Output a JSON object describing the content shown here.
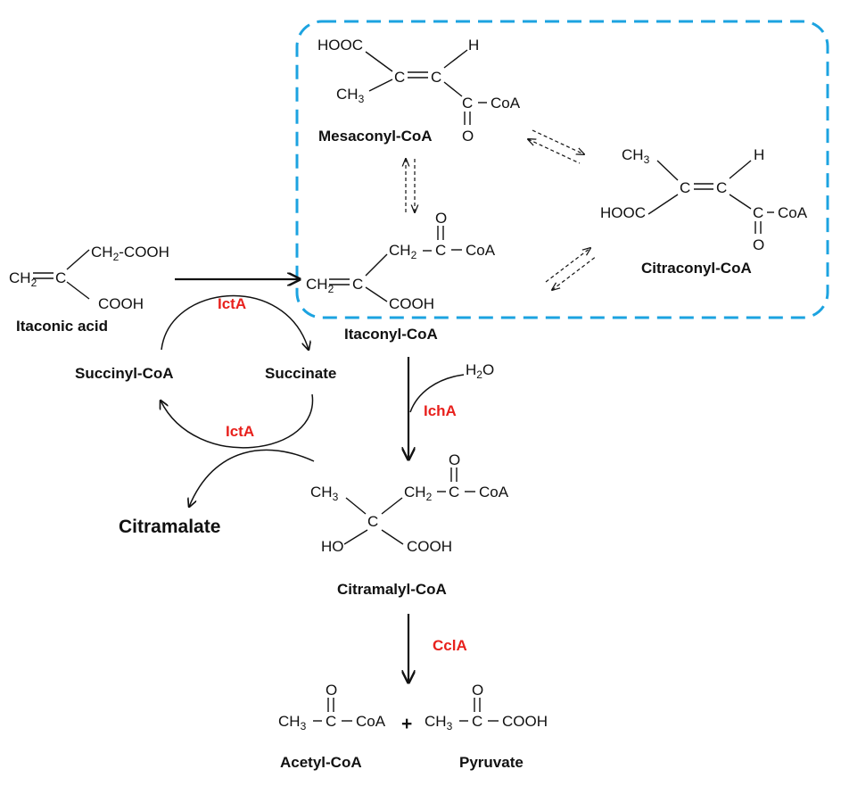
{
  "colors": {
    "enzyme": "#e8211d",
    "box": "#1ca3e0",
    "ink": "#111111"
  },
  "compounds": {
    "itaconic_acid": {
      "name": "Itaconic acid",
      "ch2_group": "CH2-COOH",
      "cooh": "COOH",
      "ch2_base": "CH2",
      "c": "C"
    },
    "itaconyl_coa": {
      "name": "Itaconyl-CoA",
      "ch2_base": "CH2",
      "c": "C",
      "ch2": "CH2",
      "c_carbonyl": "C",
      "o": "O",
      "coa": "CoA",
      "cooh": "COOH"
    },
    "mesaconyl_coa": {
      "name": "Mesaconyl-CoA",
      "hooc": "HOOC",
      "ch3": "CH3",
      "c1": "C",
      "c2": "C",
      "h": "H",
      "c_carbonyl": "C",
      "coa": "CoA",
      "o": "O"
    },
    "citraconyl_coa": {
      "name": "Citraconyl-CoA",
      "ch3": "CH3",
      "hooc": "HOOC",
      "c1": "C",
      "c2": "C",
      "h": "H",
      "c_carbonyl": "C",
      "coa": "CoA",
      "o": "O"
    },
    "succinyl_coa": {
      "name": "Succinyl-CoA"
    },
    "succinate": {
      "name": "Succinate"
    },
    "citramalate": {
      "name": "Citramalate"
    },
    "water": {
      "formula": "H2O"
    },
    "citramalyl_coa": {
      "name": "Citramalyl-CoA",
      "ch3": "CH3",
      "c": "C",
      "ch2": "CH2",
      "c_carbonyl": "C",
      "o": "O",
      "coa": "CoA",
      "ho": "HO",
      "cooh": "COOH"
    },
    "acetyl_coa": {
      "name": "Acetyl-CoA",
      "ch3": "CH3",
      "c": "C",
      "o": "O",
      "coa": "CoA"
    },
    "pyruvate": {
      "name": "Pyruvate",
      "ch3": "CH3",
      "c": "C",
      "o": "O",
      "cooh": "COOH"
    }
  },
  "enzymes": {
    "ict_top": "IctA",
    "ict_bottom": "IctA",
    "ich": "IchA",
    "ccl": "CclA"
  },
  "plus": "+"
}
